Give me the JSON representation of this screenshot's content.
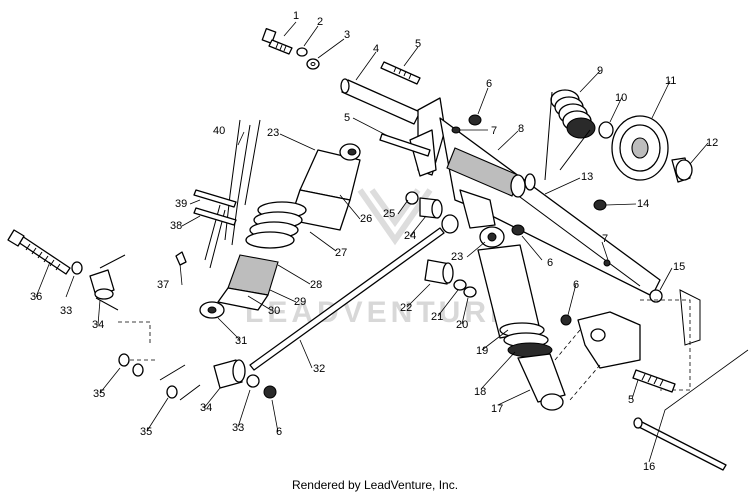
{
  "diagram": {
    "callouts": [
      "1",
      "2",
      "3",
      "4",
      "5",
      "6",
      "7",
      "8",
      "9",
      "10",
      "11",
      "12",
      "13",
      "14",
      "15",
      "16",
      "17",
      "18",
      "19",
      "20",
      "21",
      "22",
      "23",
      "24",
      "25",
      "26",
      "27",
      "28",
      "29",
      "30",
      "31",
      "32",
      "33",
      "34",
      "35",
      "36",
      "37",
      "38",
      "39",
      "40"
    ],
    "watermark": "LEADVENTURE"
  },
  "footer": {
    "text": "Rendered by LeadVenture, Inc."
  }
}
